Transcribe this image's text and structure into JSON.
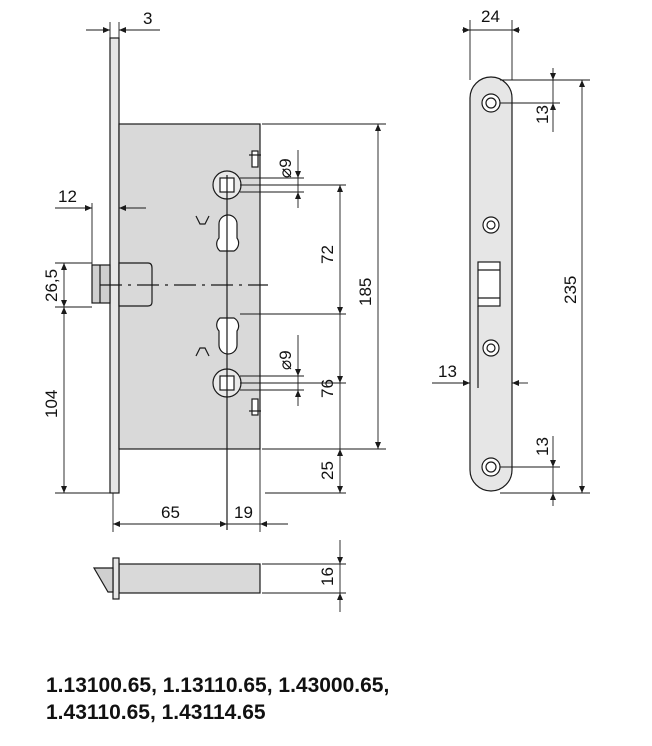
{
  "dimensions": {
    "top_3": "3",
    "top_24": "24",
    "d12": "12",
    "d26_5": "26,5",
    "d104": "104",
    "d65": "65",
    "d19": "19",
    "d72": "72",
    "d185": "185",
    "d76": "76",
    "d25": "25",
    "dia9_upper": "⌀9",
    "dia9_lower": "⌀9",
    "d16": "16",
    "plate_13_top": "13",
    "plate_13_side": "13",
    "plate_13_bottom": "13",
    "plate_235": "235"
  },
  "caption": {
    "line1": "1.13100.65, 1.13110.65, 1.43000.65,",
    "line2": "1.43110.65, 1.43114.65"
  },
  "colors": {
    "line": "#1a1a1a",
    "case_fill": "#d9d9d9",
    "plate_fill": "#e6e6e6"
  }
}
